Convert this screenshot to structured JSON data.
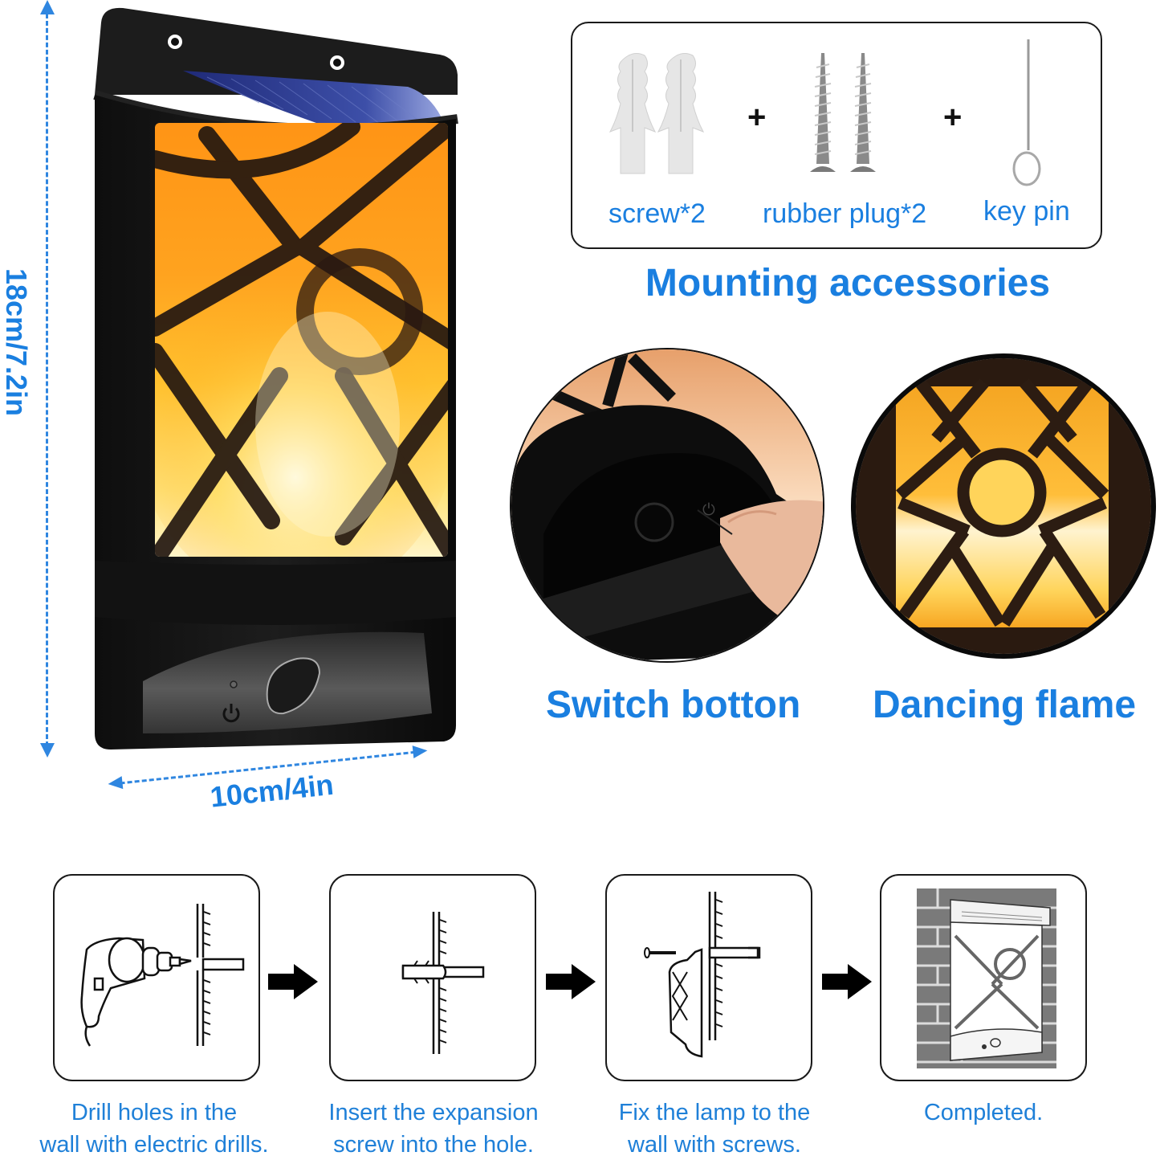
{
  "dimensions": {
    "height_label": "18cm/7.2in",
    "width_label": "10cm/4in",
    "annotation_color": "#2f86e0"
  },
  "product": {
    "name": "solar-flame-wall-lamp",
    "colors": {
      "body": "#151515",
      "flame_orange": "#ff9a1a",
      "flame_yellow": "#ffd23a",
      "solar_panel": "#2a3a8c"
    },
    "icons": [
      "power-icon",
      "light-sensor-icon",
      "switch-button-icon",
      "mounting-hole-icon"
    ]
  },
  "accessories": {
    "title": "Mounting accessories",
    "plus_sign": "+",
    "items": [
      {
        "label": "screw*2",
        "icon": "wall-plug-icon",
        "count": 2
      },
      {
        "label": "rubber plug*2",
        "icon": "screw-icon",
        "count": 2
      },
      {
        "label": "key pin",
        "icon": "key-pin-icon",
        "count": 1
      }
    ]
  },
  "features": [
    {
      "label": "Switch botton",
      "icon": "switch-closeup-image"
    },
    {
      "label": "Dancing flame",
      "icon": "flame-closeup-image"
    }
  ],
  "install_steps": [
    {
      "caption_line1": "Drill holes in the",
      "caption_line2": "wall with electric drills.",
      "icon": "drill-icon"
    },
    {
      "caption_line1": "Insert the expansion",
      "caption_line2": "screw into the hole.",
      "icon": "expansion-screw-icon"
    },
    {
      "caption_line1": "Fix the lamp to the",
      "caption_line2": "wall with screws.",
      "icon": "fix-lamp-icon"
    },
    {
      "caption_line1": "Completed.",
      "caption_line2": "",
      "icon": "mounted-lamp-icon"
    }
  ],
  "text_color": "#1a7fe0"
}
